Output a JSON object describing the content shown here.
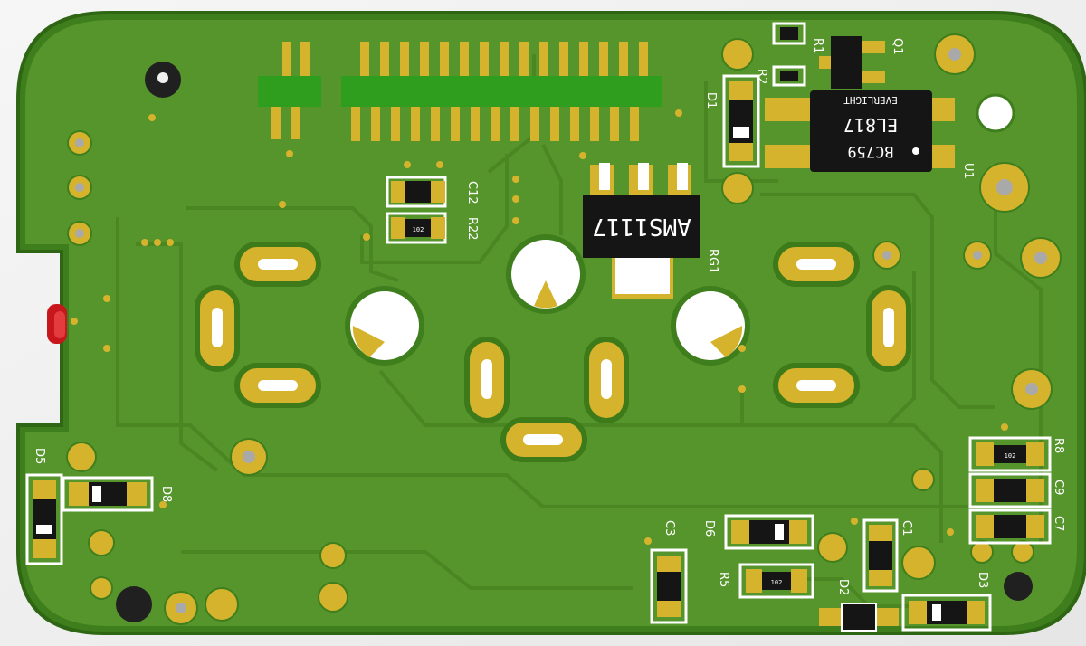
{
  "board": {
    "colors": {
      "substrate": "#5f8f3a",
      "mask": "#4e8a22",
      "pad": "#d6b32c",
      "silkscreen": "#ffffff",
      "ic_body": "#151515",
      "led": "#c8171c",
      "header": "#2f9d1e"
    }
  },
  "components": {
    "R1": "R1",
    "R2": "R2",
    "Q1": "Q1",
    "D1": "D1",
    "U1": "U1",
    "C12": "C12",
    "R22": "R22",
    "RG1": "RG1",
    "D5": "D5",
    "D8": "D8",
    "C3": "C3",
    "D6": "D6",
    "R5": "R5",
    "C1": "C1",
    "D2": "D2",
    "D3": "D3",
    "R8": "R8",
    "C9": "C9",
    "C7": "C7"
  },
  "chips": {
    "regulator_marking": "AMS1117",
    "optocoupler_brand": "EVERLIGHT",
    "optocoupler_part": "EL817",
    "optocoupler_code": "BC759",
    "resistor_code": "102"
  }
}
